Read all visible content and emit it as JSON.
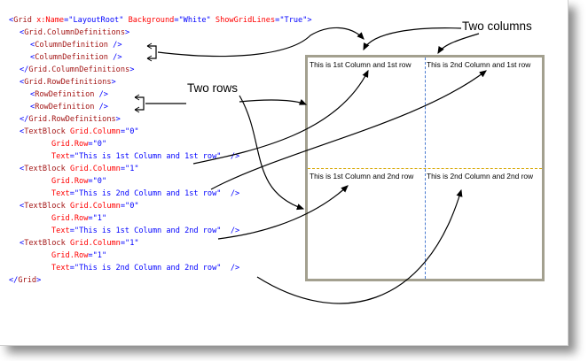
{
  "code_lines": [
    {
      "indent": 0,
      "parts": [
        {
          "k": "pun",
          "t": "<"
        },
        {
          "k": "tag",
          "t": "Grid"
        },
        {
          "k": "attr",
          "t": " x:Name"
        },
        {
          "k": "pun",
          "t": "="
        },
        {
          "k": "val",
          "t": "\"LayoutRoot\""
        },
        {
          "k": "attr",
          "t": " Background"
        },
        {
          "k": "pun",
          "t": "="
        },
        {
          "k": "val",
          "t": "\"White\""
        },
        {
          "k": "attr",
          "t": " ShowGridLines"
        },
        {
          "k": "pun",
          "t": "="
        },
        {
          "k": "val",
          "t": "\"True\""
        },
        {
          "k": "pun",
          "t": ">"
        }
      ]
    },
    {
      "indent": 1,
      "parts": [
        {
          "k": "pun",
          "t": "<"
        },
        {
          "k": "tag",
          "t": "Grid.ColumnDefinitions"
        },
        {
          "k": "pun",
          "t": ">"
        }
      ]
    },
    {
      "indent": 2,
      "parts": [
        {
          "k": "pun",
          "t": "<"
        },
        {
          "k": "tag",
          "t": "ColumnDefinition"
        },
        {
          "k": "pun",
          "t": " />"
        }
      ]
    },
    {
      "indent": 2,
      "parts": [
        {
          "k": "pun",
          "t": "<"
        },
        {
          "k": "tag",
          "t": "ColumnDefinition"
        },
        {
          "k": "pun",
          "t": " />"
        }
      ]
    },
    {
      "indent": 1,
      "parts": [
        {
          "k": "pun",
          "t": "</"
        },
        {
          "k": "tag",
          "t": "Grid.ColumnDefinitions"
        },
        {
          "k": "pun",
          "t": ">"
        }
      ]
    },
    {
      "indent": 1,
      "parts": [
        {
          "k": "pun",
          "t": "<"
        },
        {
          "k": "tag",
          "t": "Grid.RowDefinitions"
        },
        {
          "k": "pun",
          "t": ">"
        }
      ]
    },
    {
      "indent": 2,
      "parts": [
        {
          "k": "pun",
          "t": "<"
        },
        {
          "k": "tag",
          "t": "RowDefinition"
        },
        {
          "k": "pun",
          "t": " />"
        }
      ]
    },
    {
      "indent": 2,
      "parts": [
        {
          "k": "pun",
          "t": "<"
        },
        {
          "k": "tag",
          "t": "RowDefinition"
        },
        {
          "k": "pun",
          "t": " />"
        }
      ]
    },
    {
      "indent": 1,
      "parts": [
        {
          "k": "pun",
          "t": "</"
        },
        {
          "k": "tag",
          "t": "Grid.RowDefinitions"
        },
        {
          "k": "pun",
          "t": ">"
        }
      ]
    },
    {
      "indent": 1,
      "parts": [
        {
          "k": "pun",
          "t": "<"
        },
        {
          "k": "tag",
          "t": "TextBlock"
        },
        {
          "k": "attr",
          "t": " Grid.Column"
        },
        {
          "k": "pun",
          "t": "="
        },
        {
          "k": "val",
          "t": "\"0\""
        }
      ]
    },
    {
      "indent": 4,
      "parts": [
        {
          "k": "attr",
          "t": "Grid.Row"
        },
        {
          "k": "pun",
          "t": "="
        },
        {
          "k": "val",
          "t": "\"0\""
        }
      ]
    },
    {
      "indent": 4,
      "parts": [
        {
          "k": "attr",
          "t": "Text"
        },
        {
          "k": "pun",
          "t": "="
        },
        {
          "k": "val",
          "t": "\"This is 1st Column and 1st row\""
        },
        {
          "k": "pun",
          "t": "  />"
        }
      ]
    },
    {
      "indent": 1,
      "parts": [
        {
          "k": "pun",
          "t": "<"
        },
        {
          "k": "tag",
          "t": "TextBlock"
        },
        {
          "k": "attr",
          "t": " Grid.Column"
        },
        {
          "k": "pun",
          "t": "="
        },
        {
          "k": "val",
          "t": "\"1\""
        }
      ]
    },
    {
      "indent": 4,
      "parts": [
        {
          "k": "attr",
          "t": "Grid.Row"
        },
        {
          "k": "pun",
          "t": "="
        },
        {
          "k": "val",
          "t": "\"0\""
        }
      ]
    },
    {
      "indent": 4,
      "parts": [
        {
          "k": "attr",
          "t": "Text"
        },
        {
          "k": "pun",
          "t": "="
        },
        {
          "k": "val",
          "t": "\"This is 2nd Column and 1st row\""
        },
        {
          "k": "pun",
          "t": "  />"
        }
      ]
    },
    {
      "indent": 1,
      "parts": [
        {
          "k": "pun",
          "t": "<"
        },
        {
          "k": "tag",
          "t": "TextBlock"
        },
        {
          "k": "attr",
          "t": " Grid.Column"
        },
        {
          "k": "pun",
          "t": "="
        },
        {
          "k": "val",
          "t": "\"0\""
        }
      ]
    },
    {
      "indent": 4,
      "parts": [
        {
          "k": "attr",
          "t": "Grid.Row"
        },
        {
          "k": "pun",
          "t": "="
        },
        {
          "k": "val",
          "t": "\"1\""
        }
      ]
    },
    {
      "indent": 4,
      "parts": [
        {
          "k": "attr",
          "t": "Text"
        },
        {
          "k": "pun",
          "t": "="
        },
        {
          "k": "val",
          "t": "\"This is 1st Column and 2nd row\""
        },
        {
          "k": "pun",
          "t": "  />"
        }
      ]
    },
    {
      "indent": 1,
      "parts": [
        {
          "k": "pun",
          "t": "<"
        },
        {
          "k": "tag",
          "t": "TextBlock"
        },
        {
          "k": "attr",
          "t": " Grid.Column"
        },
        {
          "k": "pun",
          "t": "="
        },
        {
          "k": "val",
          "t": "\"1\""
        }
      ]
    },
    {
      "indent": 4,
      "parts": [
        {
          "k": "attr",
          "t": "Grid.Row"
        },
        {
          "k": "pun",
          "t": "="
        },
        {
          "k": "val",
          "t": "\"1\""
        }
      ]
    },
    {
      "indent": 4,
      "parts": [
        {
          "k": "attr",
          "t": "Text"
        },
        {
          "k": "pun",
          "t": "="
        },
        {
          "k": "val",
          "t": "\"This is 2nd Column and 2nd row\""
        },
        {
          "k": "pun",
          "t": "  />"
        }
      ]
    },
    {
      "indent": 0,
      "parts": [
        {
          "k": "pun",
          "t": "</"
        },
        {
          "k": "tag",
          "t": "Grid"
        },
        {
          "k": "pun",
          "t": ">"
        }
      ]
    }
  ],
  "preview": {
    "cells": [
      "This is 1st Column and 1st row",
      "This is 2nd Column and 1st row",
      "This is 1st Column and 2nd row",
      "This is 2nd Column and 2nd row"
    ]
  },
  "callouts": {
    "columns": "Two columns",
    "rows": "Two rows"
  },
  "colors": {
    "xml_tag": "#a31515",
    "xml_attribute": "#ff0000",
    "xml_value": "#0000ff",
    "column_gridline": "#4a7bd0",
    "row_gridline": "#d7a600",
    "preview_border": "#a3a08f"
  }
}
